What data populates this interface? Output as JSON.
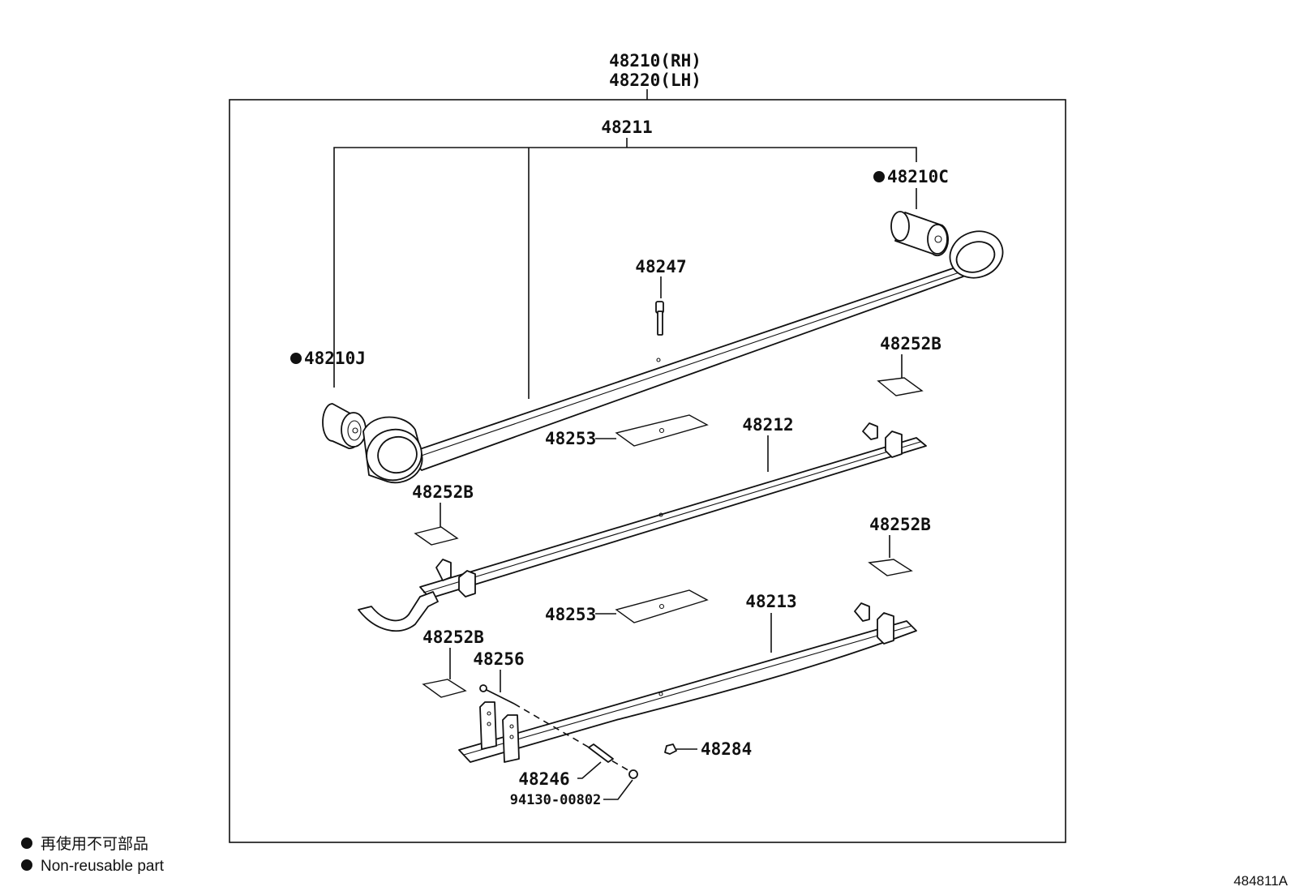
{
  "diagram": {
    "assembly_rh": "48210(RH)",
    "assembly_lh": "48220(LH)",
    "figure_id": "484811A"
  },
  "labels": {
    "leaf_no1": "48211",
    "bushing_front": "48210C",
    "bushing_rear": "48210J",
    "center_bolt": "48247",
    "insert_1": "48252B",
    "insert_2": "48252B",
    "insert_3": "48252B",
    "insert_4": "48252B",
    "pad_1": "48253",
    "pad_2": "48253",
    "leaf_no2": "48212",
    "leaf_no3": "48213",
    "clip_bolt": "48256",
    "clip_spacer": "48246",
    "rivet": "94130-00802",
    "bumper": "48284"
  },
  "legend": {
    "marker": "●",
    "japanese": "再使用不可部品",
    "english": "Non-reusable part"
  },
  "non_reusable_parts": [
    "48210C",
    "48210J"
  ]
}
